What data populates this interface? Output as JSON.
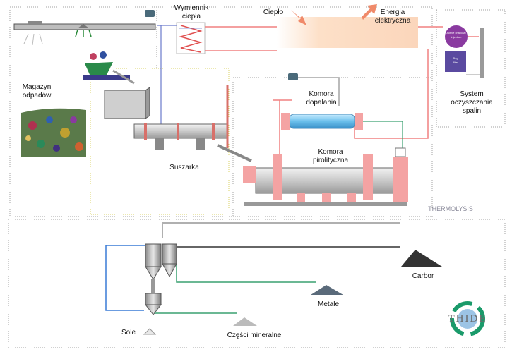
{
  "labels": {
    "heat_exchanger": [
      "Wymiennik",
      "ciepła"
    ],
    "heat": "Ciepło",
    "electric_energy": [
      "Energia",
      "elektryczna"
    ],
    "waste_storage": [
      "Magazyn",
      "odpadów"
    ],
    "afterburner": [
      "Komora",
      "dopalania"
    ],
    "pyrolysis_chamber": [
      "Komora",
      "pirolityczna"
    ],
    "dryer": "Suszarka",
    "flue_gas_system": [
      "System",
      "oczyszczania",
      "spalin"
    ],
    "thermolysis": "THERMOLYSIS",
    "carbon": "Carbor",
    "metals": "Metale",
    "minerals": "Części mineralne",
    "salts": "Sole",
    "active_charcoal": [
      "Active charcoal",
      "injection"
    ],
    "bag_filter": [
      "Bag",
      "filter"
    ],
    "logo": "THIDE"
  },
  "colors": {
    "heat_line": "#f08080",
    "blue_line": "#3a7bd5",
    "green_line": "#3aa070",
    "dark_line": "#333333",
    "chamber_fill": "#d9d9d9",
    "pink": "#f4a3a3",
    "afterburner_fill": "#7ec8ec",
    "filter_fill": "#7b5fb0"
  }
}
